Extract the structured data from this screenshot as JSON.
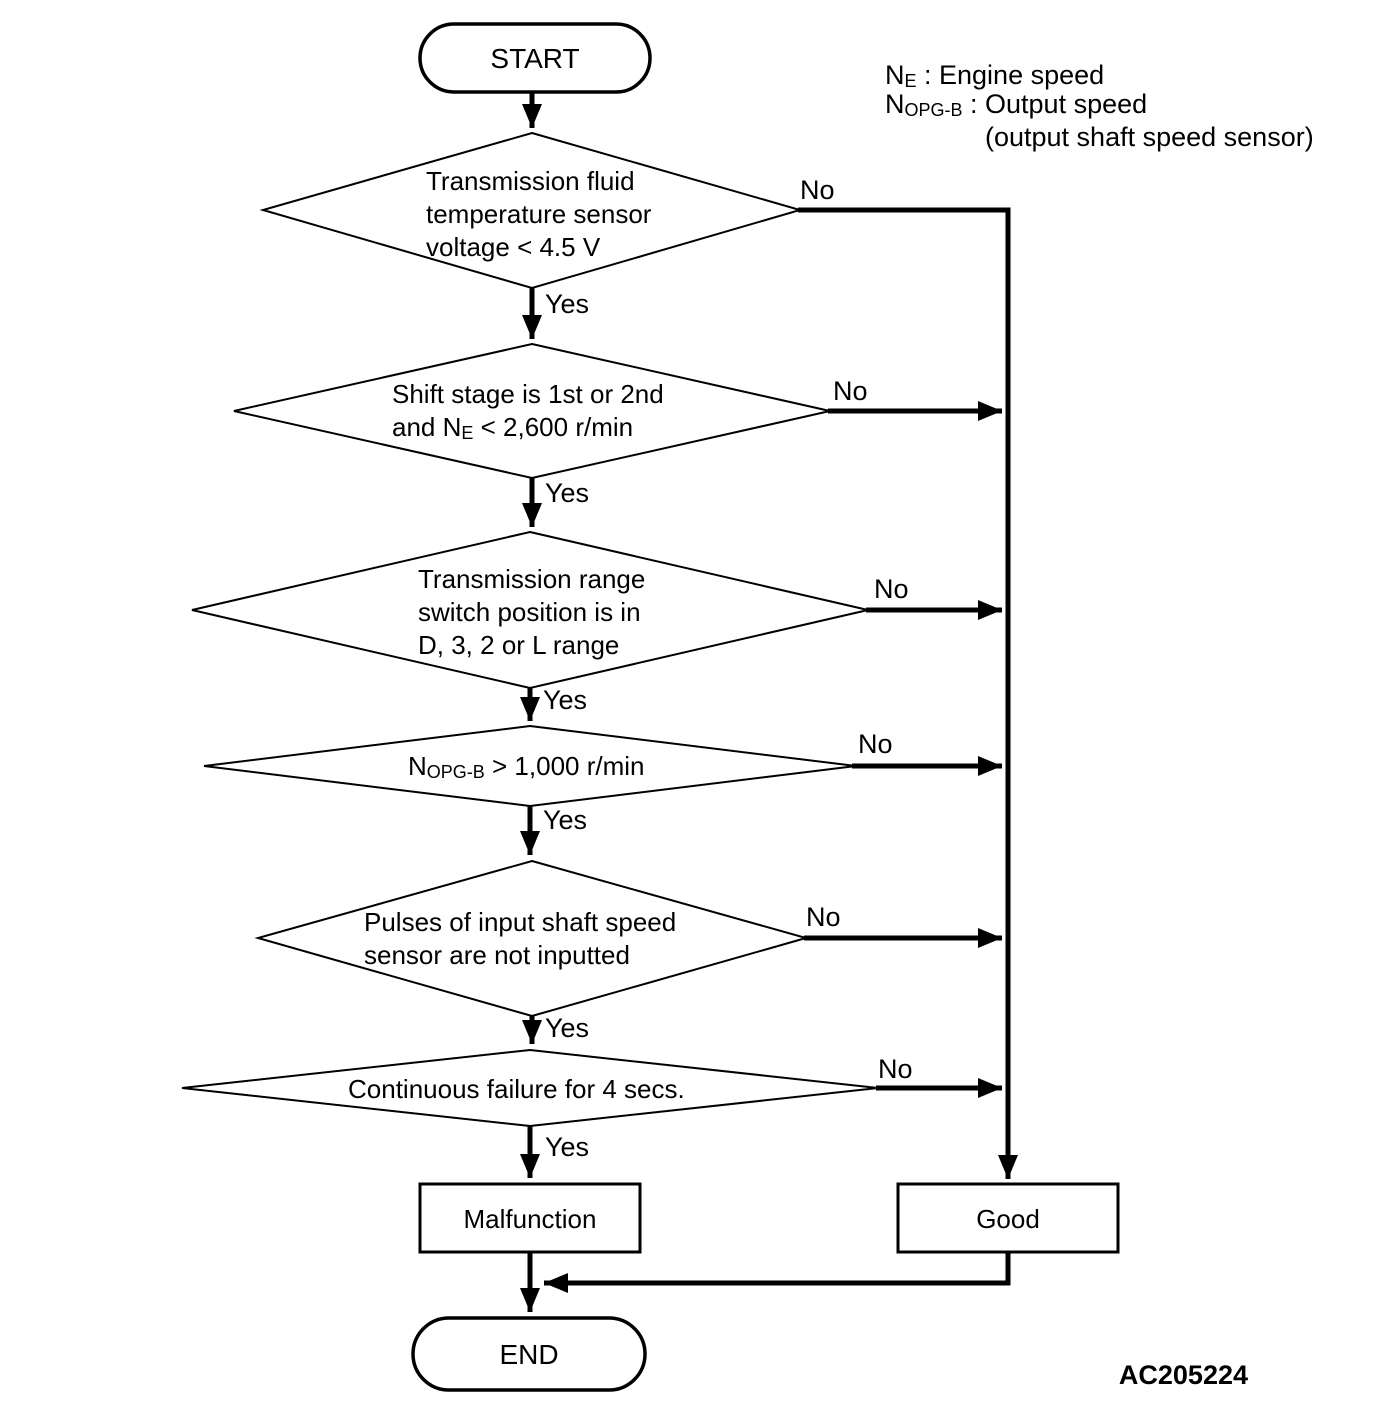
{
  "legend": {
    "engine_pre": "N",
    "engine_sub": "E",
    "engine_post": " : Engine speed",
    "output_pre": "N",
    "output_sub": "OPG-B",
    "output_post": " : Output speed",
    "output_note": "(output shaft speed sensor)"
  },
  "nodes": {
    "start": {
      "label": "START"
    },
    "fluid_temp": {
      "line1": "Transmission fluid",
      "line2": "temperature sensor",
      "line3": "voltage < 4.5 V"
    },
    "shift_stage": {
      "line1": "Shift stage is 1st or 2nd",
      "line2_pre": "and N",
      "line2_sub": "E",
      "line2_post": " < 2,600 r/min"
    },
    "range_switch": {
      "line1": "Transmission range",
      "line2": "switch position is in",
      "line3": "D, 3, 2 or L range"
    },
    "output_speed": {
      "pre": "N",
      "sub": "OPG-B",
      "post": " > 1,000 r/min"
    },
    "pulses": {
      "line1": "Pulses of input shaft speed",
      "line2": "sensor are not inputted"
    },
    "continuous": {
      "line1": "Continuous failure for 4 secs."
    },
    "malfunction": {
      "label": "Malfunction"
    },
    "good": {
      "label": "Good"
    },
    "end": {
      "label": "END"
    }
  },
  "branch_labels": {
    "yes": "Yes",
    "no": "No"
  },
  "figure_code": "AC205224",
  "colors": {
    "line": "#000000",
    "background": "#ffffff"
  }
}
